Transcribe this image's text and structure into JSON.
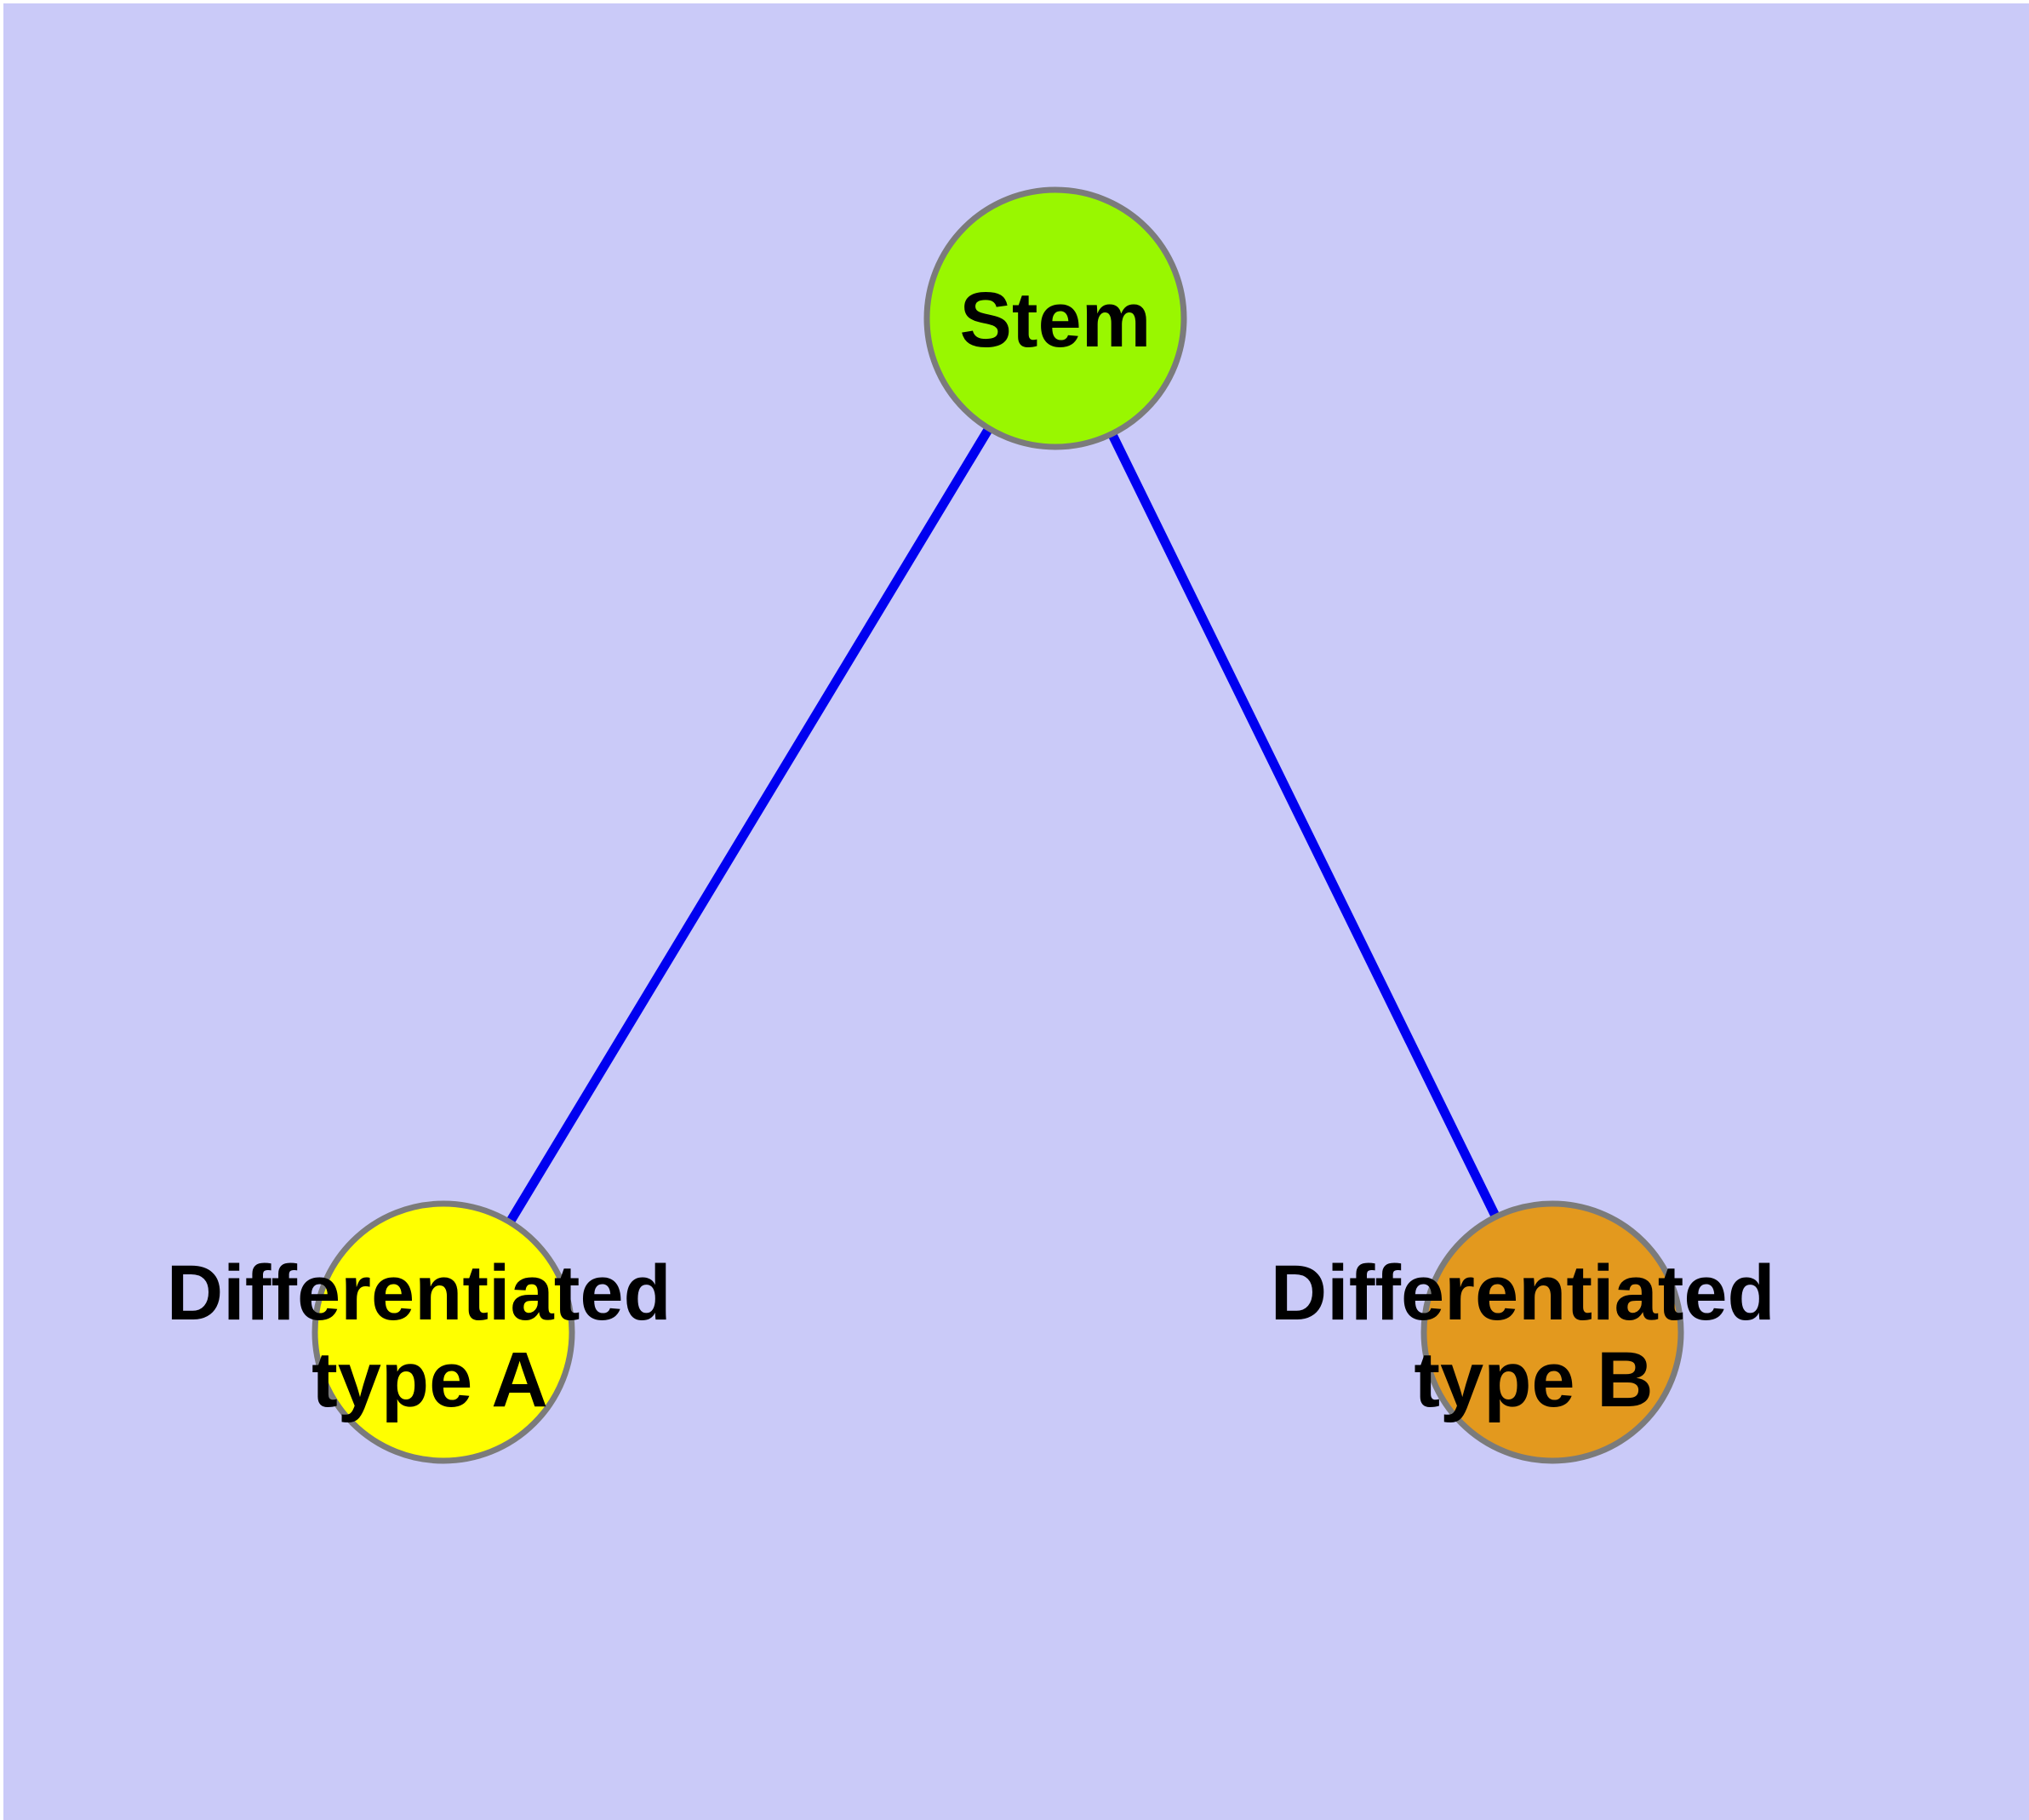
{
  "diagram": {
    "background_color": "#CACAF8",
    "frame_color": "#FFFFFF",
    "edge_color": "#0000F0",
    "node_border_color": "#7B7B7B",
    "nodes": {
      "stem": {
        "label": "Stem",
        "fill_color": "#99F700"
      },
      "diff_a": {
        "label_line1": "Differentiated",
        "label_line2": "type A",
        "fill_color": "#FFFF00"
      },
      "diff_b": {
        "label_line1": "Differentiated",
        "label_line2": "type B",
        "fill_color": "#E3991E"
      }
    },
    "edges": [
      {
        "from": "Stem",
        "to": "Differentiated type A"
      },
      {
        "from": "Stem",
        "to": "Differentiated type B"
      }
    ]
  }
}
